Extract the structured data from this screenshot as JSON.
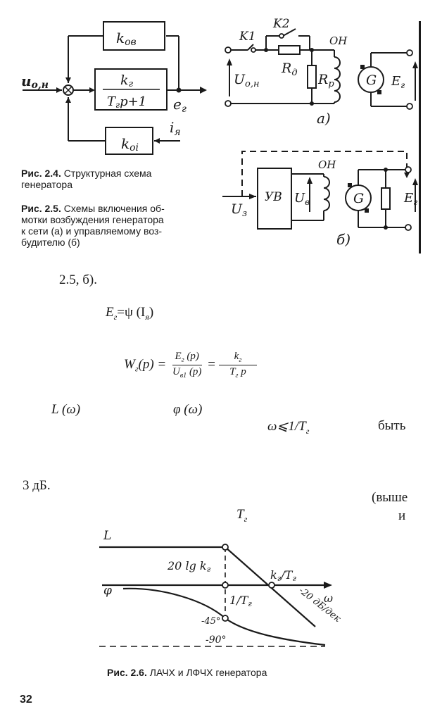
{
  "figure_2_4": {
    "k_oe": "k",
    "k_oe_sub": "ов",
    "k_g": "k",
    "k_g_sub": "г",
    "tf_den": "T",
    "tf_den_sub": "г",
    "tf_den_rest": "p+1",
    "k_oi": "k",
    "k_oi_sub": "оi",
    "input": "u",
    "input_sub": "о,н",
    "output": "e",
    "output_sub": "г",
    "feedback_in": "i",
    "feedback_in_sub": "я",
    "caption_num": "Рис. 2.4.",
    "caption_text": "Структурная схема генератора"
  },
  "figure_2_5": {
    "caption_num": "Рис. 2.5.",
    "caption_lines": [
      "Схемы включения об-",
      "мотки возбуждения генератора",
      "к сети (а) и управляемому воз-",
      "будителю (б)"
    ],
    "a": {
      "k1": "K1",
      "k2": "K2",
      "on": "ОН",
      "u_in": "U",
      "u_in_sub": "о,н",
      "r_d": "R",
      "r_d_sub": "д",
      "r_p": "R",
      "r_p_sub": "р",
      "gen": "G",
      "e_g": "E",
      "e_g_sub": "г",
      "tag": "а)"
    },
    "b": {
      "on": "ОН",
      "uv": "УВ",
      "u_z": "U",
      "u_z_sub": "з",
      "u_v": "U",
      "u_v_sub": "в",
      "gen": "G",
      "e_g": "E",
      "e_g_sub": "г",
      "tag": "б)"
    }
  },
  "text": {
    "ref": "2.5, б).",
    "eq1_lhs": "E",
    "eq1_sub": "г",
    "eq1_rhs": "=ψ (I",
    "eq1_rhs_sub": "я",
    "eq1_close": ")",
    "eq2_lhs": "W",
    "eq2_sub": "г",
    "eq2_arg": "(p) =",
    "eq2_num": "E",
    "eq2_num_sub": "г",
    "eq2_num_arg": " (p)",
    "eq2_den": "U",
    "eq2_den_sub": "в1",
    "eq2_den_arg": " (p)",
    "eq2_eq": "=",
    "eq2_num2": "k",
    "eq2_num2_sub": "г",
    "eq2_den2": "T",
    "eq2_den2_sub": "г",
    "eq2_den2_arg": " p",
    "l_omega": "L (ω)",
    "phi_omega": "φ (ω)",
    "omega_cond": "ω⩽1/T",
    "omega_cond_sub": "г",
    "byt": "быть",
    "three_db": "3 дБ.",
    "vyshe": "(выше",
    "tg": "T",
    "tg_sub": "г",
    "i": "и"
  },
  "figure_2_6": {
    "l": "L",
    "phi": "φ",
    "omega": "ω",
    "gain": "20 lg k",
    "gain_sub": "г",
    "corner": "1/T",
    "corner_sub": "г",
    "crossover": "k",
    "crossover_sub": "г",
    "crossover_rest": "/T",
    "crossover_rest_sub": "г",
    "slope": "-20 дБ/дек",
    "minus45": "-45°",
    "minus90": "-90°",
    "caption_num": "Рис. 2.6.",
    "caption_text": "ЛАЧХ и ЛФЧХ генератора"
  },
  "page_number": "32"
}
